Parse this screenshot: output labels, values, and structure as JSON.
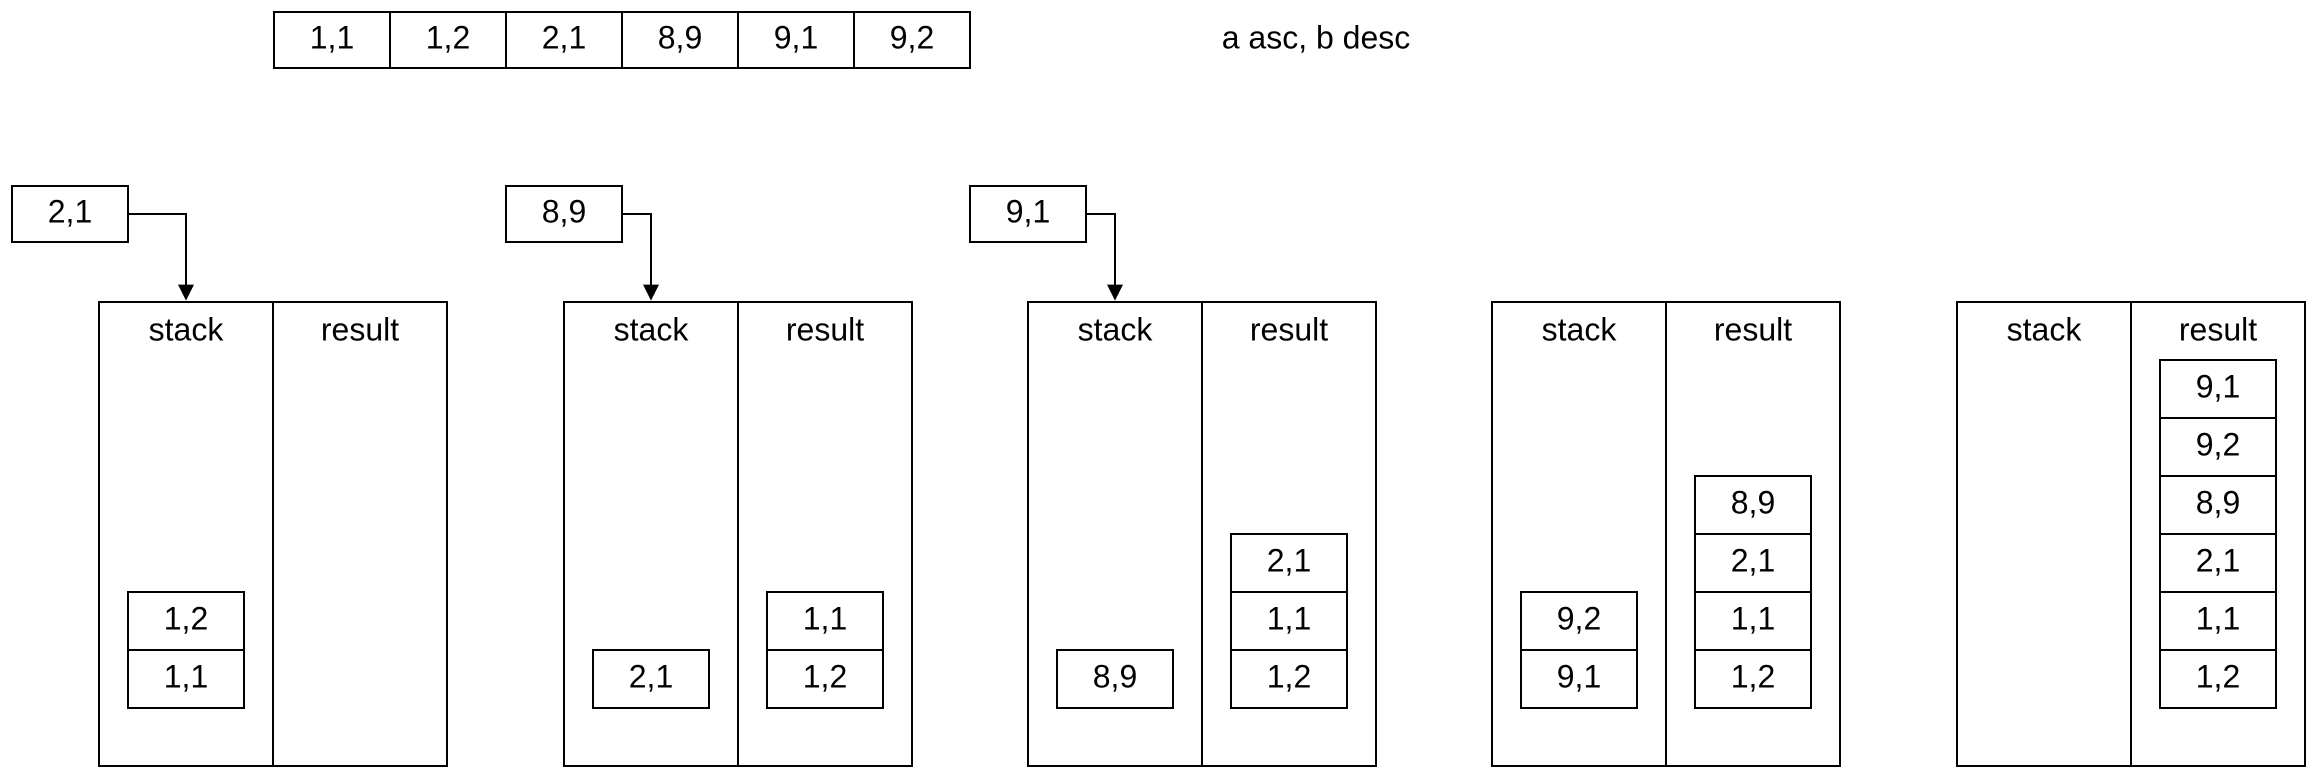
{
  "sequence": [
    "1,1",
    "1,2",
    "2,1",
    "8,9",
    "9,1",
    "9,2"
  ],
  "caption": "a asc, b desc",
  "columns": {
    "stack_label": "stack",
    "result_label": "result"
  },
  "steps": [
    {
      "incoming": "2,1",
      "stack": [
        "1,2",
        "1,1"
      ],
      "result": []
    },
    {
      "incoming": "8,9",
      "stack": [
        "2,1"
      ],
      "result": [
        "1,1",
        "1,2"
      ]
    },
    {
      "incoming": "9,1",
      "stack": [
        "8,9"
      ],
      "result": [
        "2,1",
        "1,1",
        "1,2"
      ]
    },
    {
      "incoming": "",
      "stack": [
        "9,2",
        "9,1"
      ],
      "result": [
        "8,9",
        "2,1",
        "1,1",
        "1,2"
      ]
    },
    {
      "incoming": "",
      "stack": [],
      "result": [
        "9,1",
        "9,2",
        "8,9",
        "2,1",
        "1,1",
        "1,2"
      ]
    }
  ]
}
